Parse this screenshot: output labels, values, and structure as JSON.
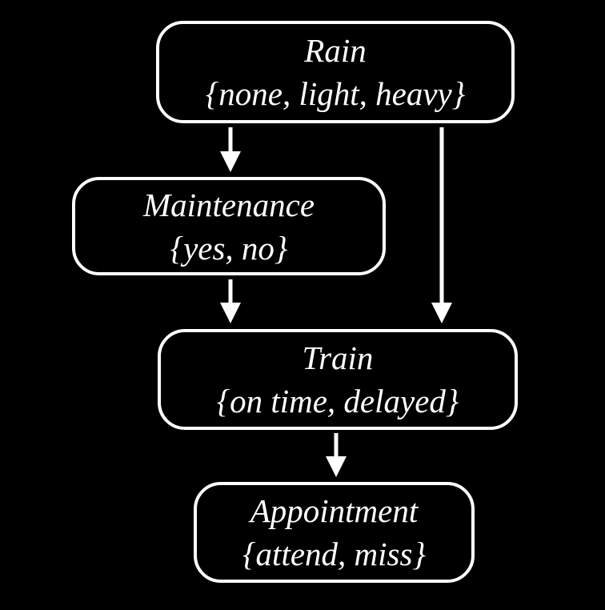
{
  "diagram": {
    "background_color": "#000000",
    "node_border_color": "#ffffff",
    "text_color": "#ffffff",
    "arrow_color": "#ffffff",
    "nodes": [
      {
        "id": "rain",
        "label": "Rain",
        "values": "{none, light, heavy}"
      },
      {
        "id": "maintenance",
        "label": "Maintenance",
        "values": "{yes, no}"
      },
      {
        "id": "train",
        "label": "Train",
        "values": "{on time, delayed}"
      },
      {
        "id": "appointment",
        "label": "Appointment",
        "values": "{attend, miss}"
      }
    ],
    "edges": [
      {
        "from": "rain",
        "to": "maintenance"
      },
      {
        "from": "rain",
        "to": "train"
      },
      {
        "from": "maintenance",
        "to": "train"
      },
      {
        "from": "train",
        "to": "appointment"
      }
    ]
  }
}
